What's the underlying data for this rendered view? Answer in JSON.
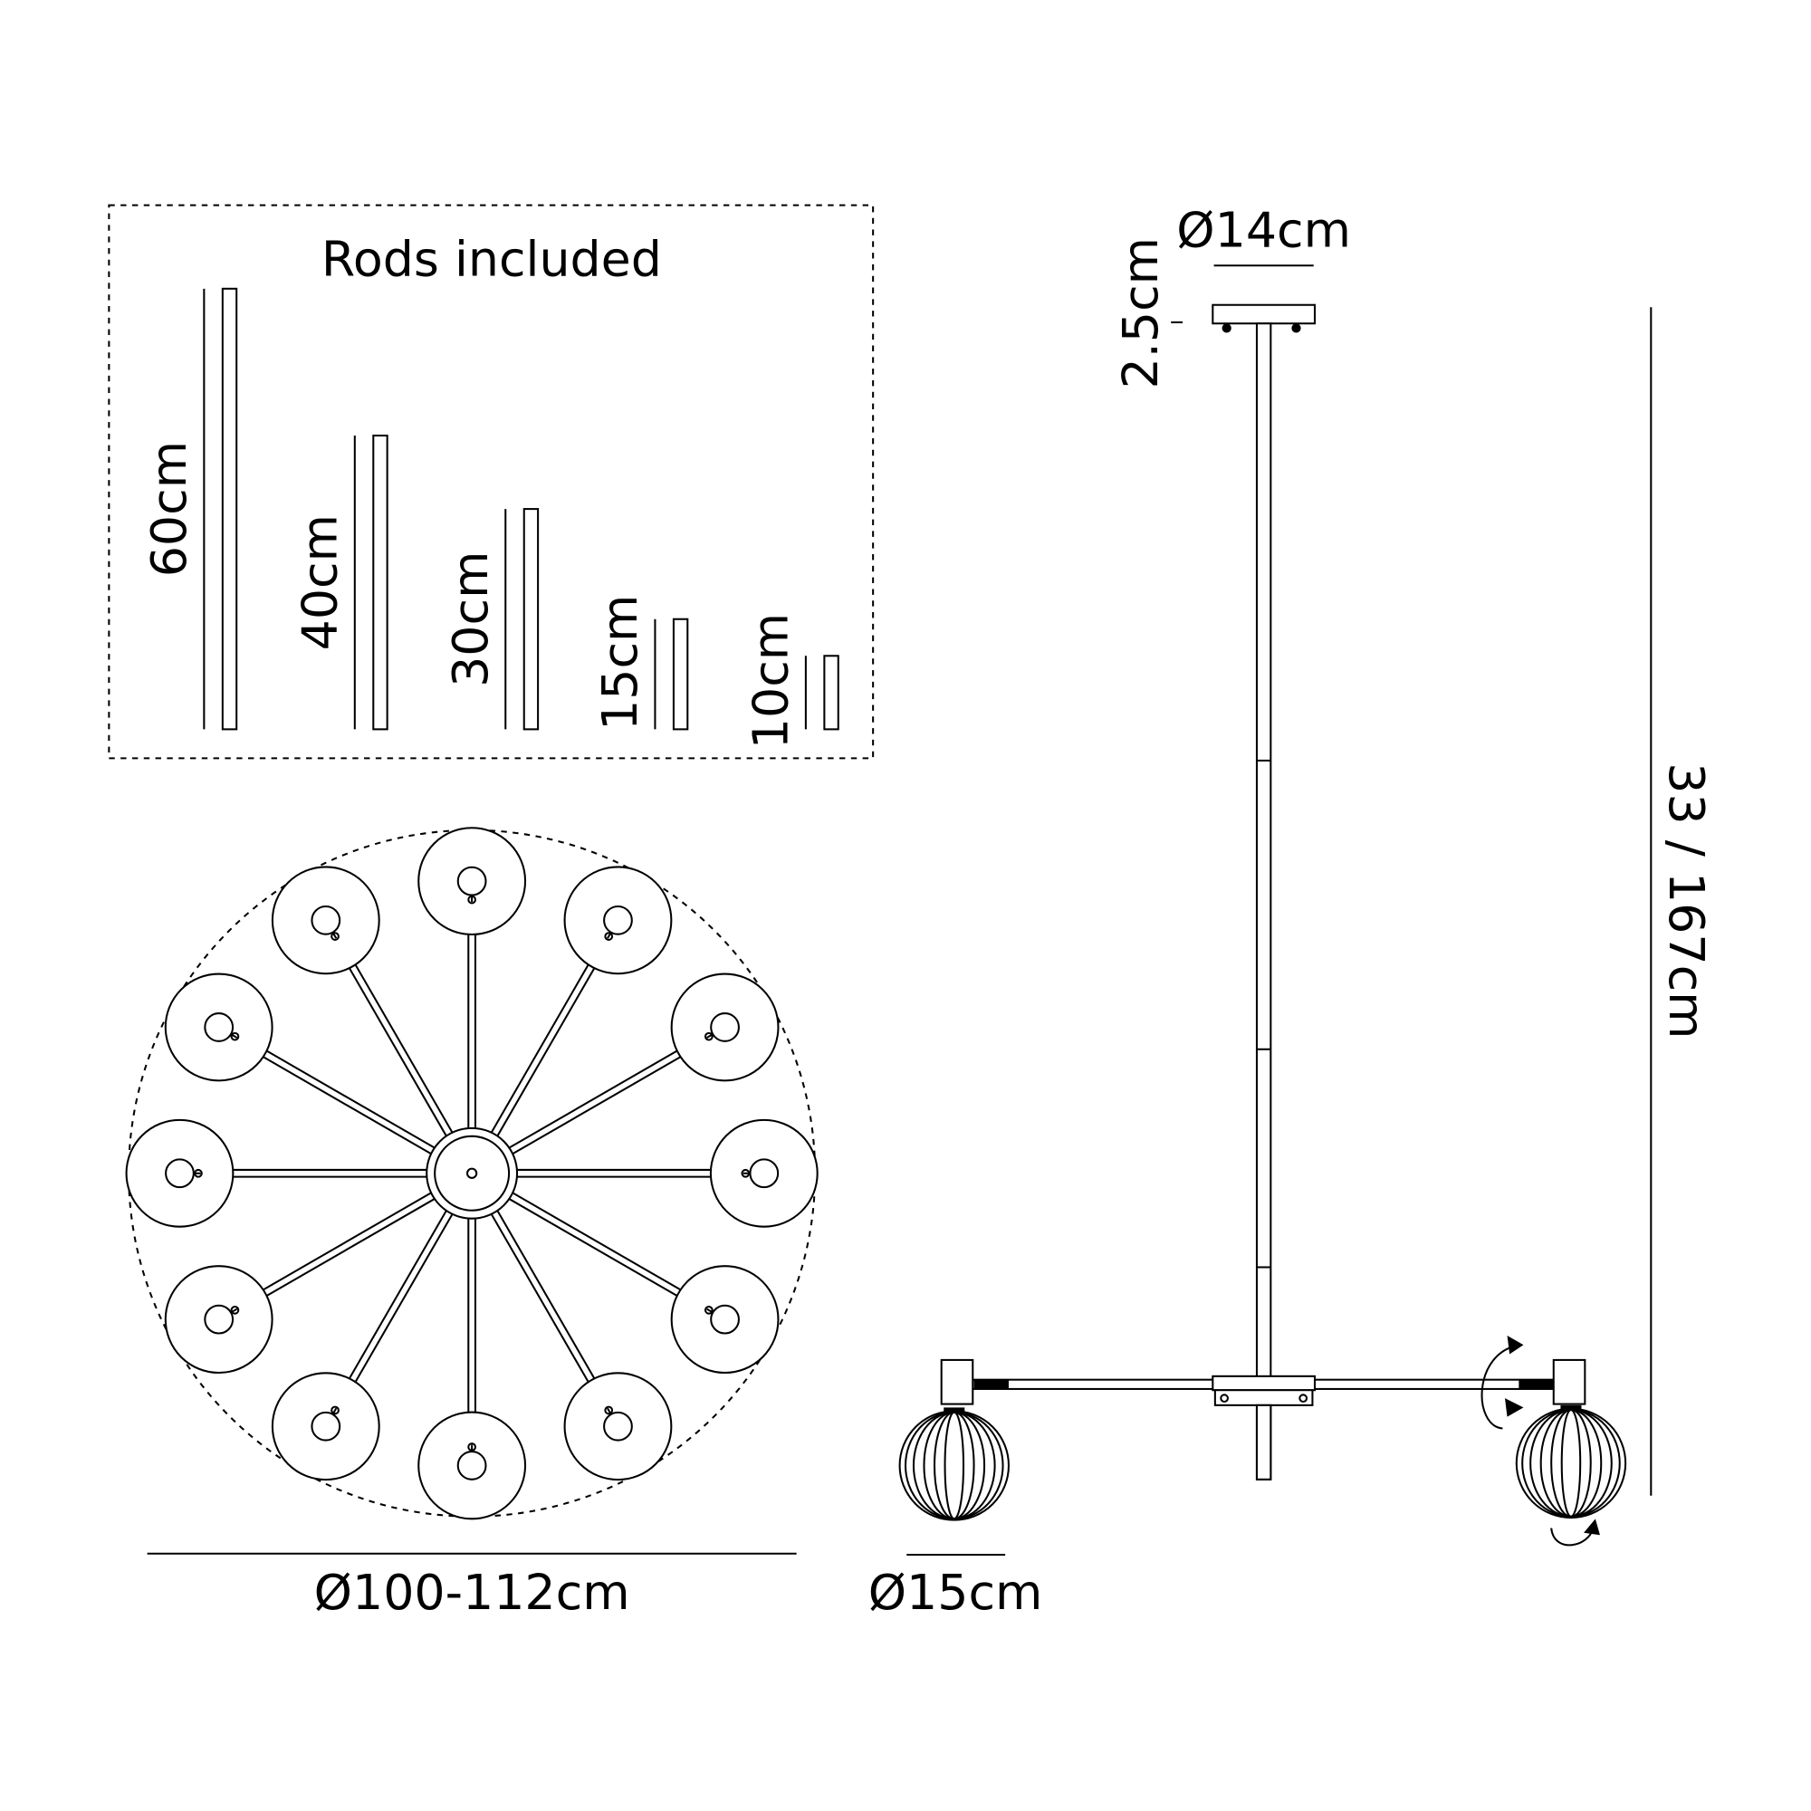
{
  "rods_box": {
    "title": "Rods included",
    "rods": [
      {
        "label": "60cm",
        "length_cm": 60
      },
      {
        "label": "40cm",
        "length_cm": 40
      },
      {
        "label": "30cm",
        "length_cm": 30
      },
      {
        "label": "15cm",
        "length_cm": 15
      },
      {
        "label": "10cm",
        "length_cm": 10
      }
    ]
  },
  "plan_view": {
    "lamp_count": 12,
    "diameter_label": "Ø100-112cm"
  },
  "elevation_view": {
    "ceiling_rose_diameter": "Ø14cm",
    "ceiling_rose_height": "2.5cm",
    "drop_height": "33 / 167cm",
    "globe_diameter": "Ø15cm"
  },
  "colors": {
    "line": "#000000",
    "background": "#ffffff"
  }
}
